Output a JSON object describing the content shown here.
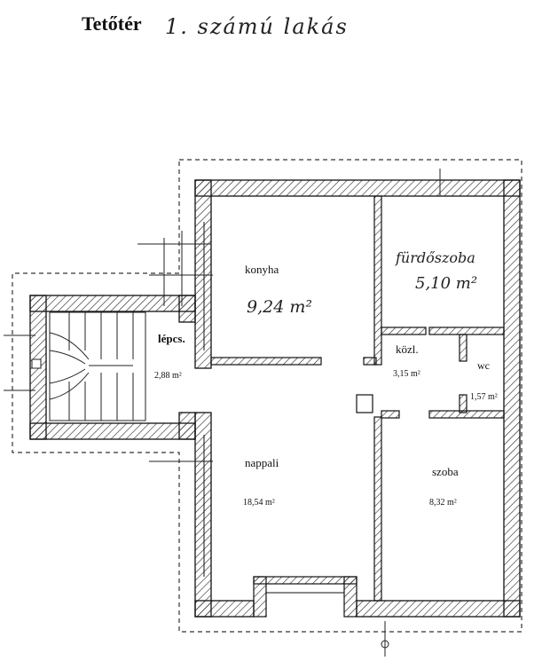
{
  "title": {
    "printed": "Tetőtér",
    "handwritten": "1. számú lakás"
  },
  "rooms": {
    "konyha": {
      "name": "konyha",
      "area": "9,24 m²"
    },
    "furdoszoba": {
      "name": "fürdőszoba",
      "area": "5,10 m²"
    },
    "lepcs": {
      "name": "lépcs.",
      "area": "2,88 m²"
    },
    "kozl": {
      "name": "közl.",
      "area": "3,15 m²"
    },
    "wc": {
      "name": "wc",
      "area": "1,57 m²"
    },
    "nappali": {
      "name": "nappali",
      "area": "18,54 m²"
    },
    "szoba": {
      "name": "szoba",
      "area": "8,32 m²"
    }
  }
}
